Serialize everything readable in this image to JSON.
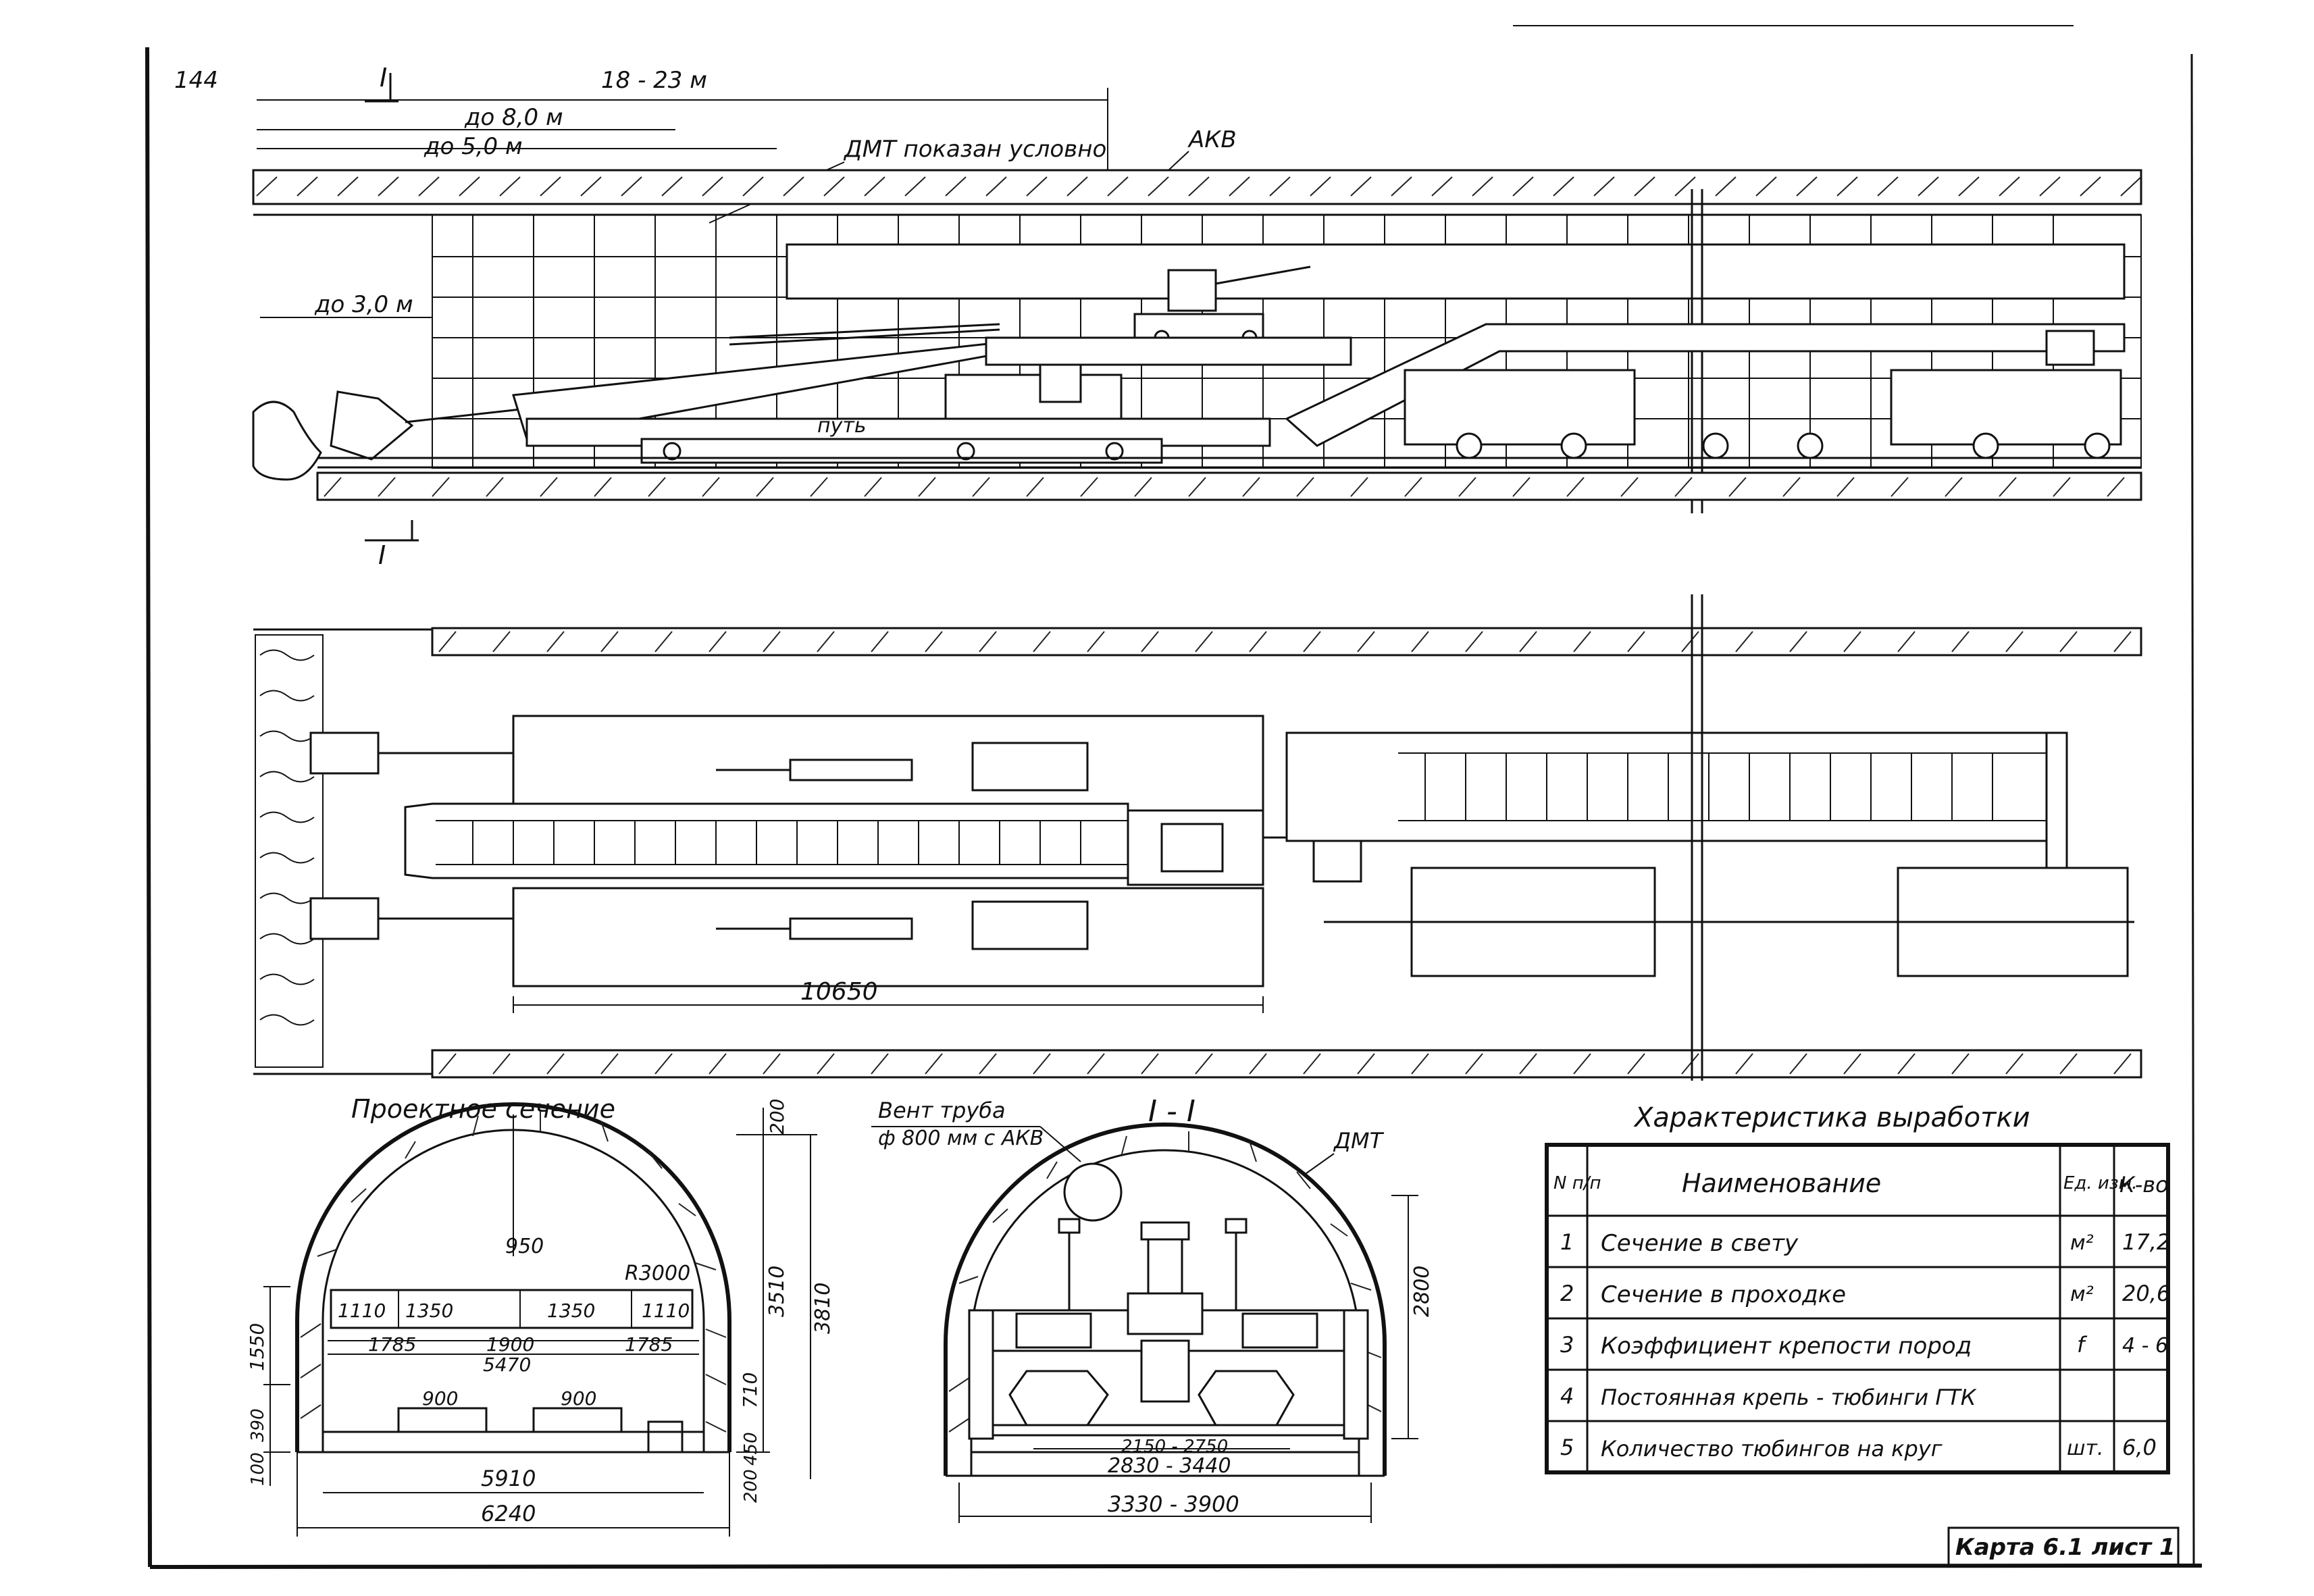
{
  "page_number": "144",
  "section_mark": "I",
  "longitudinal": {
    "labels": {
      "up_to_8": "до 8,0 м",
      "up_to_5": "до 5,0 м",
      "length_range": "18 - 23 м",
      "dmt_note": "ДМТ показан условно",
      "akv": "АКВ",
      "up_to_3": "до 3,0 м",
      "rail_track": "путь"
    }
  },
  "plan": {
    "dimension_10650": "10650"
  },
  "design_section": {
    "title": "Проектное сечение",
    "dims": {
      "d950": "950",
      "r3000": "R3000",
      "d1110a": "1110",
      "d1350a": "1350",
      "d1350b": "1350",
      "d1110b": "1110",
      "d1785a": "1785",
      "d1900": "1900",
      "d1785b": "1785",
      "d5470": "5470",
      "d900a": "900",
      "d900b": "900",
      "d5910": "5910",
      "d6240": "6240",
      "d200top": "200",
      "d3510": "3510",
      "d3810": "3810",
      "d710": "710",
      "d450": "450",
      "d200bot": "200",
      "d1550": "1550",
      "d390": "390",
      "d100": "100"
    }
  },
  "section_1_1": {
    "title": "I - I",
    "vent_note_1": "Вент труба",
    "vent_note_2": "ф 800 мм с АКВ",
    "dmt": "ДМТ",
    "dims": {
      "d2800": "2800",
      "d2150": "2150 - 2750",
      "d2830": "2830 - 3440",
      "d3330": "3330 - 3900"
    }
  },
  "table": {
    "title": "Характеристика выработки",
    "headers": {
      "num": "N п/п",
      "name": "Наименование",
      "unit": "Ед. изм.",
      "qty": "К-во"
    },
    "rows": [
      {
        "num": "1",
        "name": "Сечение в свету",
        "unit": "м²",
        "qty": "17,2"
      },
      {
        "num": "2",
        "name": "Сечение в проходке",
        "unit": "м²",
        "qty": "20,6"
      },
      {
        "num": "3",
        "name": "Коэффициент крепости пород",
        "unit": "f",
        "qty": "4 - 6"
      },
      {
        "num": "4",
        "name": "Постоянная крепь - тюбинги ГТК",
        "unit": "",
        "qty": ""
      },
      {
        "num": "5",
        "name": "Количество тюбингов на круг",
        "unit": "шт.",
        "qty": "6,0"
      }
    ]
  },
  "stamp": "Карта 6.1 лист 1"
}
